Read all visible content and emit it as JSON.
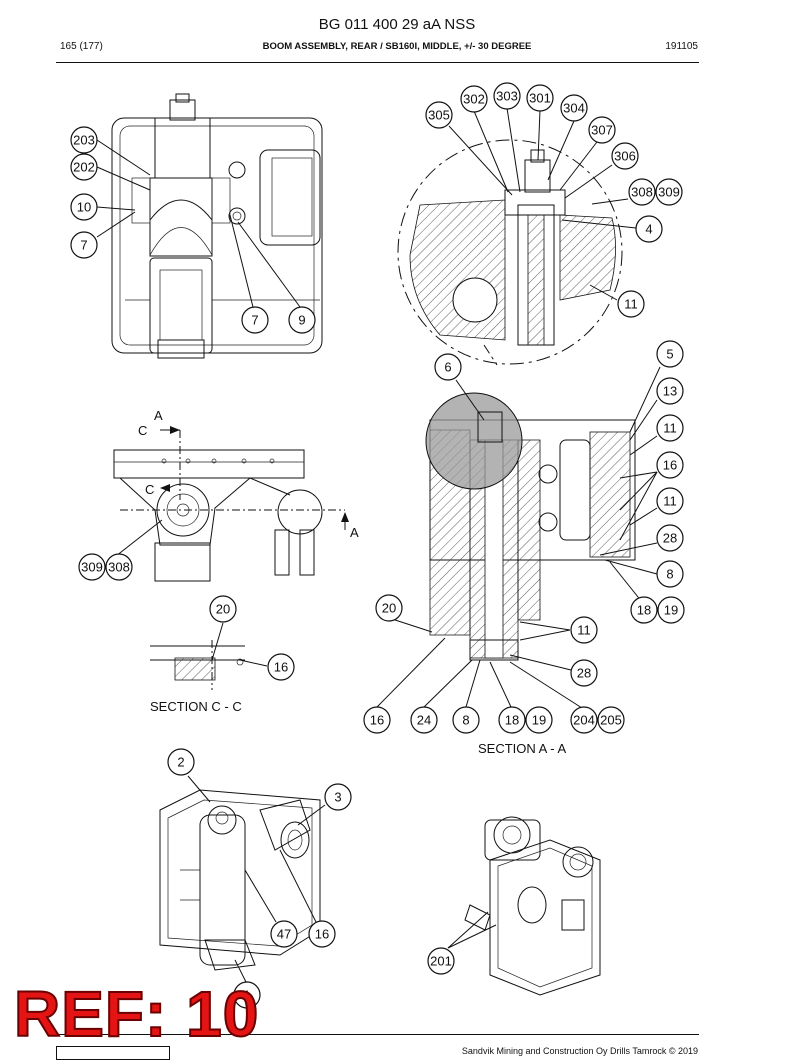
{
  "header": {
    "title": "BG 011 400 29 aA NSS",
    "page": "165 (177)",
    "subtitle": "BOOM ASSEMBLY, REAR / SB160I, MIDDLE, +/- 30 DEGREE",
    "code": "191105"
  },
  "footer": {
    "copyright": "Sandvik Mining and Construction Oy Drills Tamrock © 2019"
  },
  "watermark": {
    "text": "REF: 10"
  },
  "sections": {
    "cc": "SECTION C - C",
    "aa": "SECTION A - A"
  },
  "arrow_labels": {
    "a1": "A",
    "c1": "C",
    "c2": "C",
    "a2": "A"
  },
  "callouts": [
    "203",
    "202",
    "10",
    "7",
    "7",
    "9",
    "302",
    "303",
    "301",
    "304",
    "305",
    "307",
    "306",
    "308",
    "309",
    "4",
    "11",
    "6",
    "5",
    "13",
    "11",
    "16",
    "11",
    "28",
    "8",
    "18",
    "19",
    "309",
    "308",
    "20",
    "16",
    "20",
    "11",
    "28",
    "16",
    "24",
    "8",
    "18",
    "19",
    "204",
    "205",
    "2",
    "3",
    "47",
    "16",
    "1",
    "201"
  ],
  "colors": {
    "watermark_fill": "#e41414",
    "watermark_outline": "#6a0000",
    "detail_grey": "#9a9a9a"
  }
}
